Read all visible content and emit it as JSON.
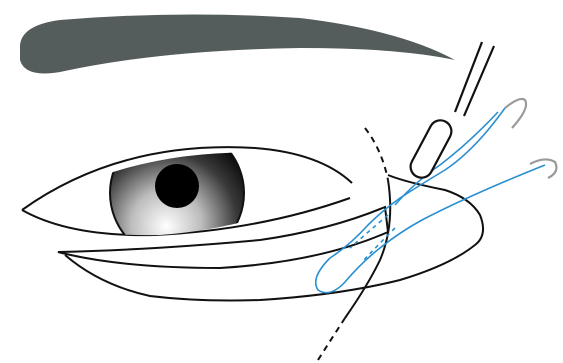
{
  "diagram": {
    "subject": "eyelid-suture-illustration",
    "colors": {
      "background": "#ffffff",
      "outline": "#111111",
      "eyebrow": "#555c5c",
      "suture": "#2a8fd0",
      "needle_tail": "#9a9a9a",
      "iris_light": "#ffffff",
      "iris_dark": "#000000"
    },
    "parts": [
      {
        "name": "eyebrow",
        "icon": "eyebrow-shape"
      },
      {
        "name": "upper-eyelid",
        "icon": "lid-outline"
      },
      {
        "name": "lower-eyelid",
        "icon": "lid-outline"
      },
      {
        "name": "iris",
        "icon": "gradient-circle"
      },
      {
        "name": "pupil",
        "icon": "black-circle"
      },
      {
        "name": "lateral-canthal-tissue",
        "icon": "tissue-wedge"
      },
      {
        "name": "incision-line",
        "icon": "dashed-line"
      },
      {
        "name": "forceps",
        "icon": "instrument"
      },
      {
        "name": "suture-threads",
        "icon": "thread"
      },
      {
        "name": "needle-ends",
        "icon": "curved-needle"
      }
    ]
  }
}
